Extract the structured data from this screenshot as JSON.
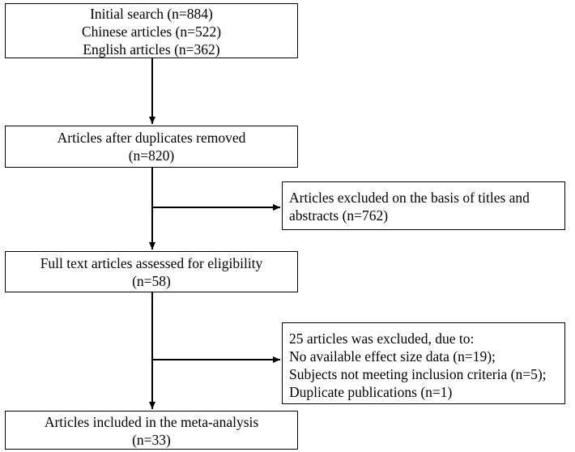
{
  "flowchart": {
    "box1": {
      "lines": [
        "Initial search (n=884)",
        "Chinese articles (n=522)",
        "English articles (n=362)"
      ]
    },
    "box2": {
      "lines": [
        "Articles  after duplicates removed",
        "(n=820)"
      ]
    },
    "excl1": {
      "lines": [
        "Articles excluded on the basis of titles and",
        "abstracts (n=762)"
      ]
    },
    "box3": {
      "lines": [
        "Full text articles assessed for eligibility",
        "(n=58)"
      ]
    },
    "excl2": {
      "lines": [
        "25 articles was excluded, due to:",
        "No available effect size data (n=19);",
        "Subjects not meeting inclusion criteria (n=5);",
        "Duplicate publications (n=1)"
      ]
    },
    "box4": {
      "lines": [
        "Articles included in the meta-analysis",
        "(n=33)"
      ]
    }
  }
}
